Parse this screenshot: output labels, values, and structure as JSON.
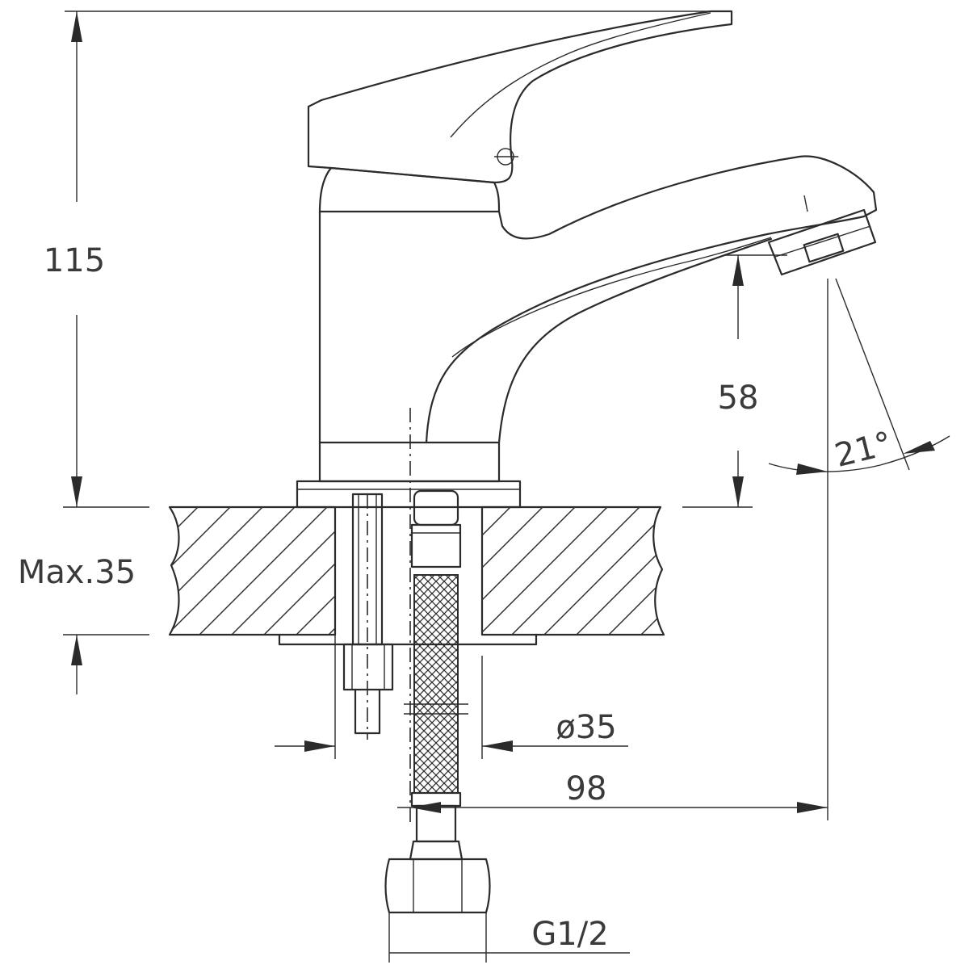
{
  "drawing": {
    "dimensions": {
      "height_total": "115",
      "spout_clearance": "58",
      "max_deck_thickness": "Max.35",
      "hole_diameter": "ø35",
      "spout_reach": "98",
      "connection_thread": "G1/2",
      "aerator_angle": "21°"
    },
    "colors": {
      "line": "#2b2b2b",
      "text": "#3a3a3a",
      "background": "#ffffff"
    }
  }
}
